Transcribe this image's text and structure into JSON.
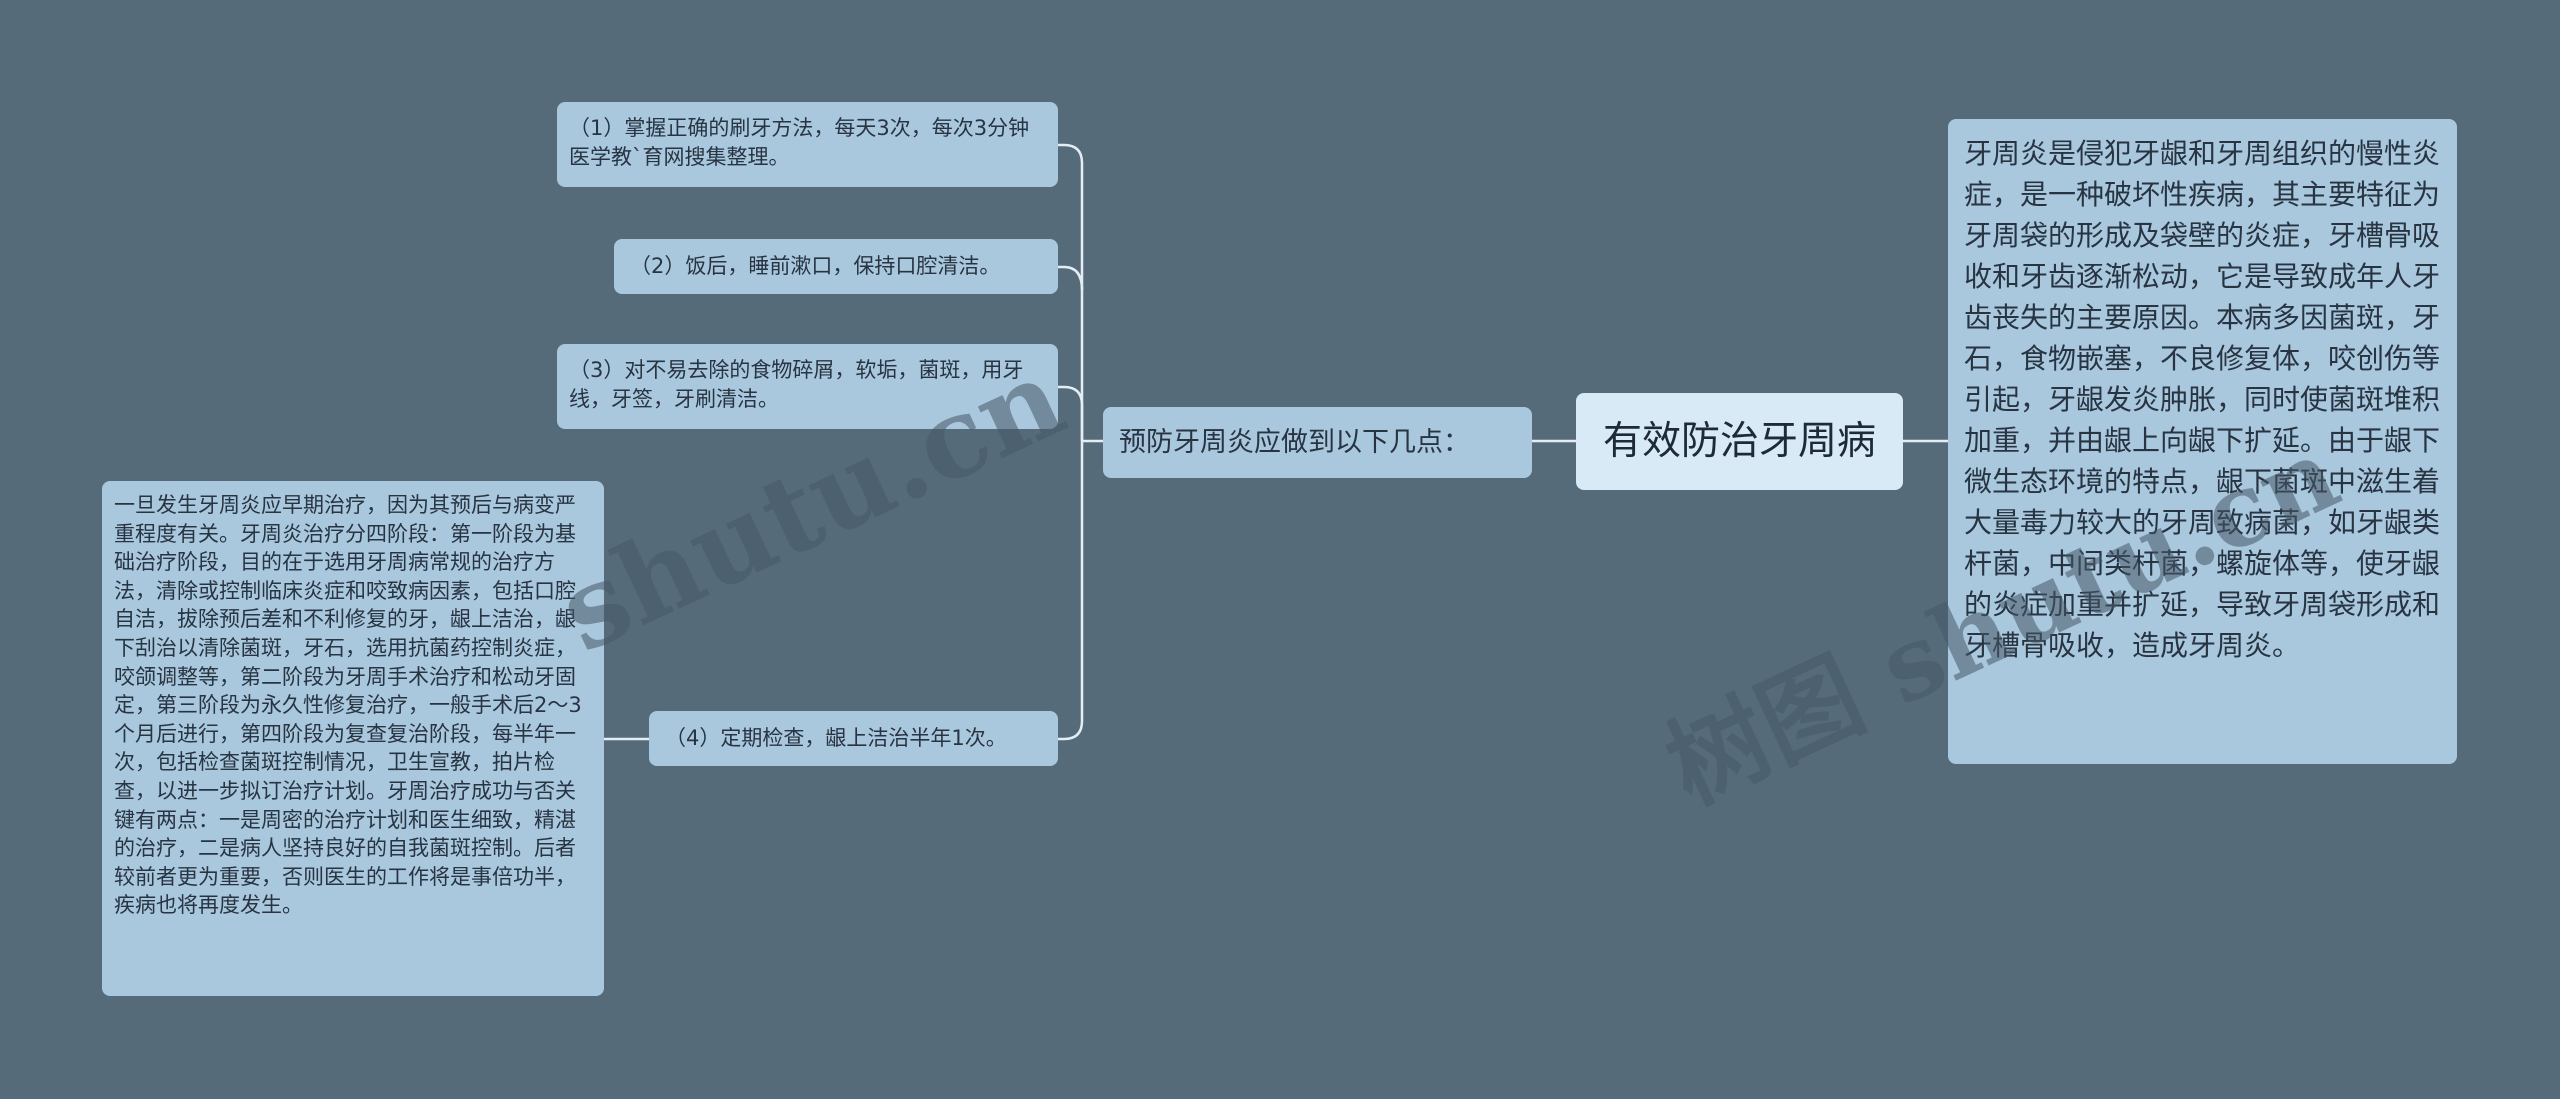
{
  "root": {
    "label": "有效防治牙周病",
    "description": "牙周炎是侵犯牙龈和牙周组织的慢性炎症，是一种破坏性疾病，其主要特征为牙周袋的形成及袋壁的炎症，牙槽骨吸收和牙齿逐渐松动，它是导致成年人牙齿丧失的主要原因。本病多因菌斑，牙石，食物嵌塞，不良修复体，咬创伤等引起，牙龈发炎肿胀，同时使菌斑堆积加重，并由龈上向龈下扩延。由于龈下微生态环境的特点，龈下菌斑中滋生着大量毒力较大的牙周致病菌，如牙龈类杆菌，中间类杆菌，螺旋体等，使牙龈的炎症加重并扩延，导致牙周袋形成和牙槽骨吸收，造成牙周炎。"
  },
  "branch": {
    "label": "预防牙周炎应做到以下几点："
  },
  "leaves": [
    {
      "label": "（1）掌握正确的刷牙方法，每天3次，每次3分钟医学教`育网搜集整理。"
    },
    {
      "label": "（2）饭后，睡前漱口，保持口腔清洁。"
    },
    {
      "label": "（3）对不易去除的食物碎屑，软垢，菌斑，用牙线，牙签，牙刷清洁。"
    },
    {
      "label": "（4）定期检查，龈上洁治半年1次。"
    }
  ],
  "detail": {
    "label": "一旦发生牙周炎应早期治疗，因为其预后与病变严重程度有关。牙周炎治疗分四阶段：第一阶段为基础治疗阶段，目的在于选用牙周病常规的治疗方法，清除或控制临床炎症和咬致病因素，包括口腔自洁，拔除预后差和不利修复的牙，龈上洁治，龈下刮治以清除菌斑，牙石，选用抗菌药控制炎症，咬颌调整等，第二阶段为牙周手术治疗和松动牙固定，第三阶段为永久性修复治疗，一般手术后2～3个月后进行，第四阶段为复查复治阶段，每半年一次，包括检查菌斑控制情况，卫生宣教，拍片检查，以进一步拟订治疗计划。牙周治疗成功与否关键有两点：一是周密的治疗计划和医生细致，精湛的治疗，二是病人坚持良好的自我菌斑控制。后者较前者更为重要，否则医生的工作将是事倍功半，疾病也将再度发生。"
  },
  "watermark": {
    "left": "shutu.cn",
    "right": "树图 shutu.cn"
  },
  "colors": {
    "background": "#566b7a",
    "node": "#a9c8de",
    "root": "#d7eaf6",
    "line": "#e4edf3"
  }
}
